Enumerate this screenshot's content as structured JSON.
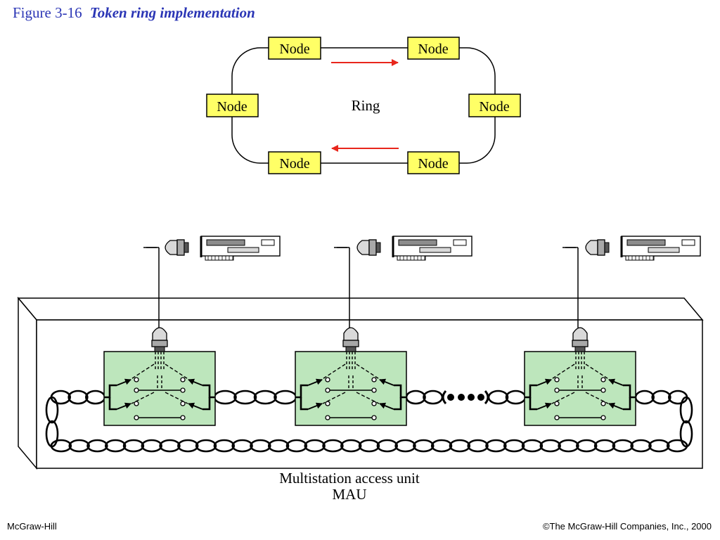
{
  "figure": {
    "number": "Figure  3-16",
    "title": "Token ring implementation"
  },
  "ring": {
    "label": "Ring",
    "nodes": [
      "Node",
      "Node",
      "Node",
      "Node",
      "Node",
      "Node"
    ],
    "node_fill": "#ffff66",
    "arrow_color": "#e8261c"
  },
  "mau": {
    "label_line1": "Multistation access unit",
    "label_line2": "MAU",
    "relay_fill": "#bde6bc"
  },
  "stations": [
    "network-card",
    "network-card",
    "network-card"
  ],
  "footer": {
    "left": "McGraw-Hill",
    "right": "©The McGraw-Hill Companies, Inc., 2000"
  }
}
